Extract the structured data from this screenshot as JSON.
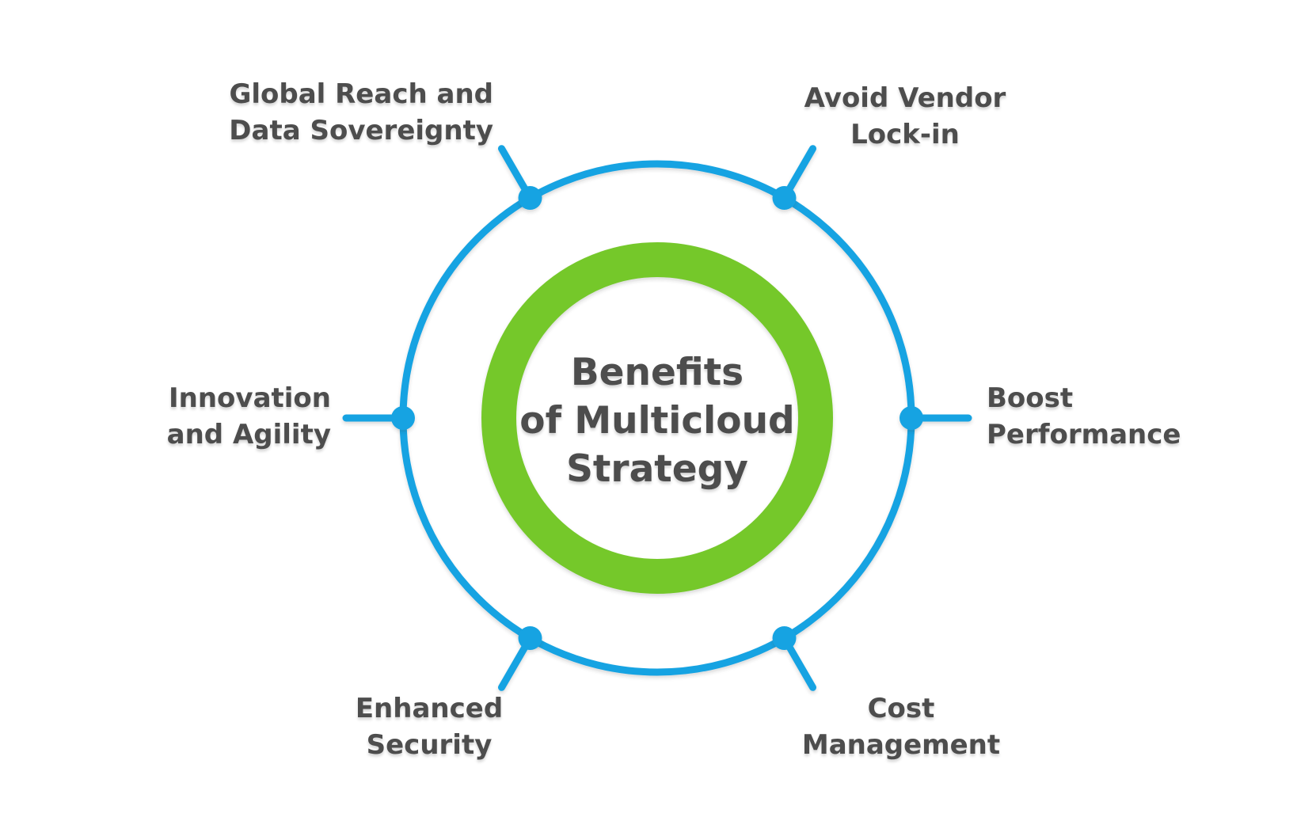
{
  "center": {
    "lines": [
      "Benefits",
      "of Multicloud",
      "Strategy"
    ]
  },
  "nodes": [
    {
      "id": "global-reach-and-data-sovereignty",
      "lines": [
        "Global Reach and",
        "Data Sovereignty"
      ]
    },
    {
      "id": "avoid-vendor-lock-in",
      "lines": [
        "Avoid Vendor",
        "Lock-in"
      ]
    },
    {
      "id": "boost-performance",
      "lines": [
        "Boost",
        "Performance"
      ]
    },
    {
      "id": "cost-management",
      "lines": [
        "Cost",
        "Management"
      ]
    },
    {
      "id": "enhanced-security",
      "lines": [
        "Enhanced",
        "Security"
      ]
    },
    {
      "id": "innovation-and-agility",
      "lines": [
        "Innovation",
        "and Agility"
      ]
    }
  ],
  "colors": {
    "blue": "#19a3e2",
    "green": "#74c82c",
    "text": "#4d4d4d",
    "background": "#ffffff"
  }
}
